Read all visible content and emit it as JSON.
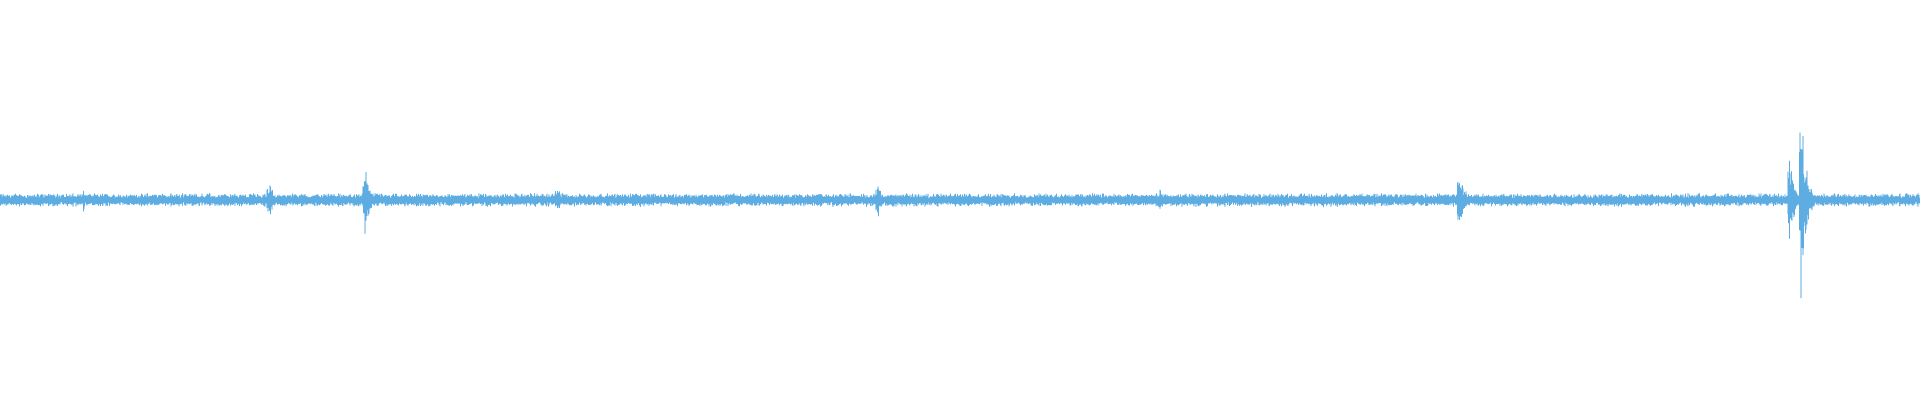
{
  "waveform": {
    "color": "#5dade2",
    "baseline_amplitude": 0.035,
    "transients": [
      {
        "position": 0.043,
        "amplitude": 0.075
      },
      {
        "position": 0.122,
        "amplitude": 0.045
      },
      {
        "position": 0.14,
        "amplitude": 0.13
      },
      {
        "position": 0.19,
        "amplitude": 0.2
      },
      {
        "position": 0.29,
        "amplitude": 0.085
      },
      {
        "position": 0.331,
        "amplitude": 0.05
      },
      {
        "position": 0.376,
        "amplitude": 0.04
      },
      {
        "position": 0.457,
        "amplitude": 0.11
      },
      {
        "position": 0.54,
        "amplitude": 0.05
      },
      {
        "position": 0.556,
        "amplitude": 0.05
      },
      {
        "position": 0.604,
        "amplitude": 0.07
      },
      {
        "position": 0.689,
        "amplitude": 0.05
      },
      {
        "position": 0.76,
        "amplitude": 0.2
      },
      {
        "position": 0.932,
        "amplitude": 0.28
      },
      {
        "position": 0.938,
        "amplitude": 0.6
      },
      {
        "position": 0.982,
        "amplitude": 0.06
      }
    ]
  }
}
